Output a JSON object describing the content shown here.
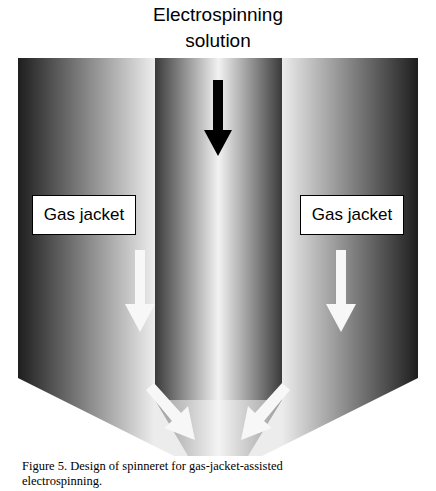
{
  "diagram": {
    "caption": "Figure 5. Design of spinneret for gas-jacket-assisted electrospinning.",
    "nodes": [
      {
        "text": [
          "Gas jacket"
        ]
      },
      {
        "text": [
          "Gas jacket"
        ]
      }
    ],
    "labels": [
      "Electrospinning solution"
    ]
  }
}
